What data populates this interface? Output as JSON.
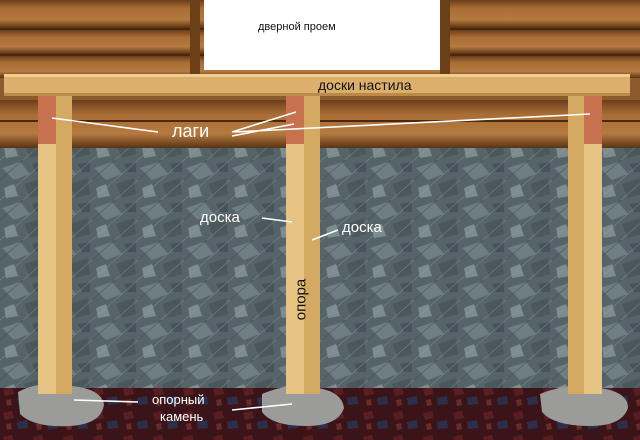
{
  "labels": {
    "door_opening": "дверной проем",
    "deck_boards": "доски настила",
    "joists": "лаги",
    "board_left": "доска",
    "board_right": "доска",
    "support": "опора",
    "support_stone_line1": "опорный",
    "support_stone_line2": "камень"
  },
  "colors": {
    "log_wall": "#9a6331",
    "log_groove": "#5e3515",
    "door_opening": "#ffffff",
    "deck_board": "#dcb06c",
    "joist_end": "#c8714f",
    "post": "#e4be7c",
    "post_shadow": "#c99a55",
    "stone_wall": "#5f6c6e",
    "ground": "#3a1418",
    "support_stone": "#9a9a98",
    "leader_line": "#ffffff"
  }
}
